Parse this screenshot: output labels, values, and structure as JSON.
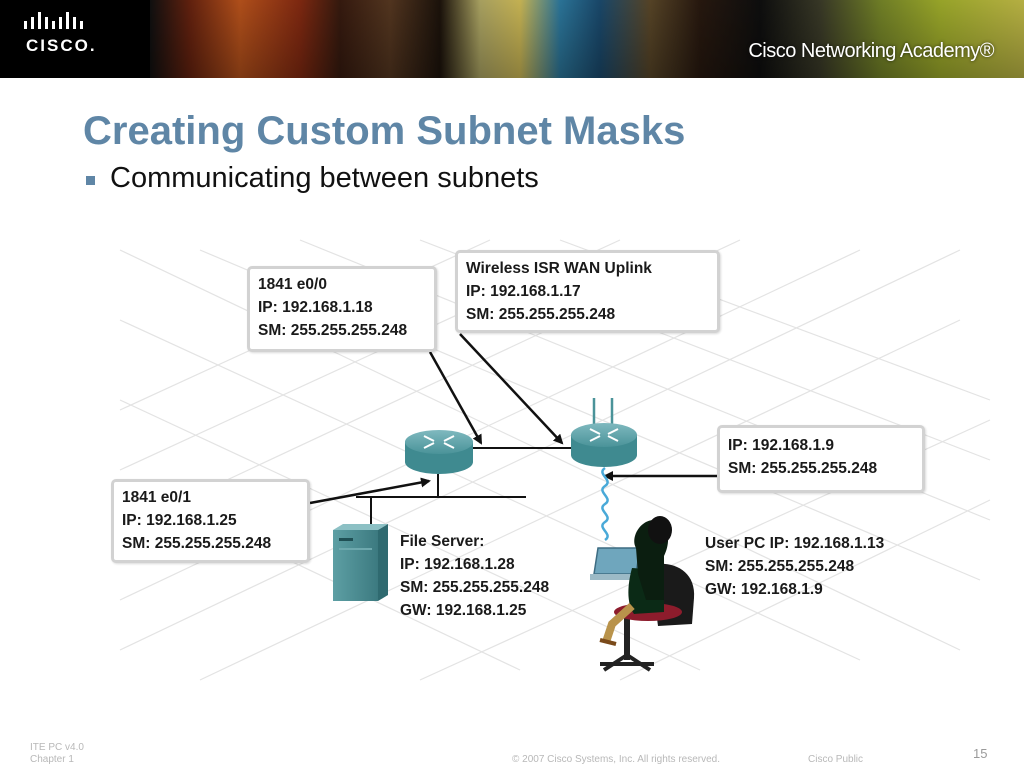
{
  "header": {
    "logo": "CISCO.",
    "academy": "Cisco Networking Academy®"
  },
  "slide": {
    "title": "Creating Custom Subnet Masks",
    "bullet": "Communicating between subnets"
  },
  "callouts": {
    "router_e00": [
      "1841 e0/0",
      "IP: 192.168.1.18",
      "SM: 255.255.255.248"
    ],
    "wireless_wan": [
      "Wireless ISR WAN Uplink",
      "IP: 192.168.1.17",
      "SM: 255.255.255.248"
    ],
    "wireless_lan": [
      "IP: 192.168.1.9",
      "SM: 255.255.255.248"
    ],
    "router_e01": [
      "1841 e0/1",
      "IP: 192.168.1.25",
      "SM: 255.255.255.248"
    ],
    "file_server": [
      "File Server:",
      "IP: 192.168.1.28",
      "SM: 255.255.255.248",
      "GW: 192.168.1.25"
    ],
    "user_pc": [
      "User PC IP: 192.168.1.13",
      "SM: 255.255.255.248",
      "GW: 192.168.1.9"
    ]
  },
  "footer": {
    "course": "ITE PC v4.0",
    "chapter": "Chapter 1",
    "copyright": "© 2007 Cisco Systems, Inc. All rights reserved.",
    "classification": "Cisco Public",
    "page": "15"
  },
  "colors": {
    "title": "#5f86a6",
    "router": "#3f8a90",
    "server": "#4e8e94"
  }
}
